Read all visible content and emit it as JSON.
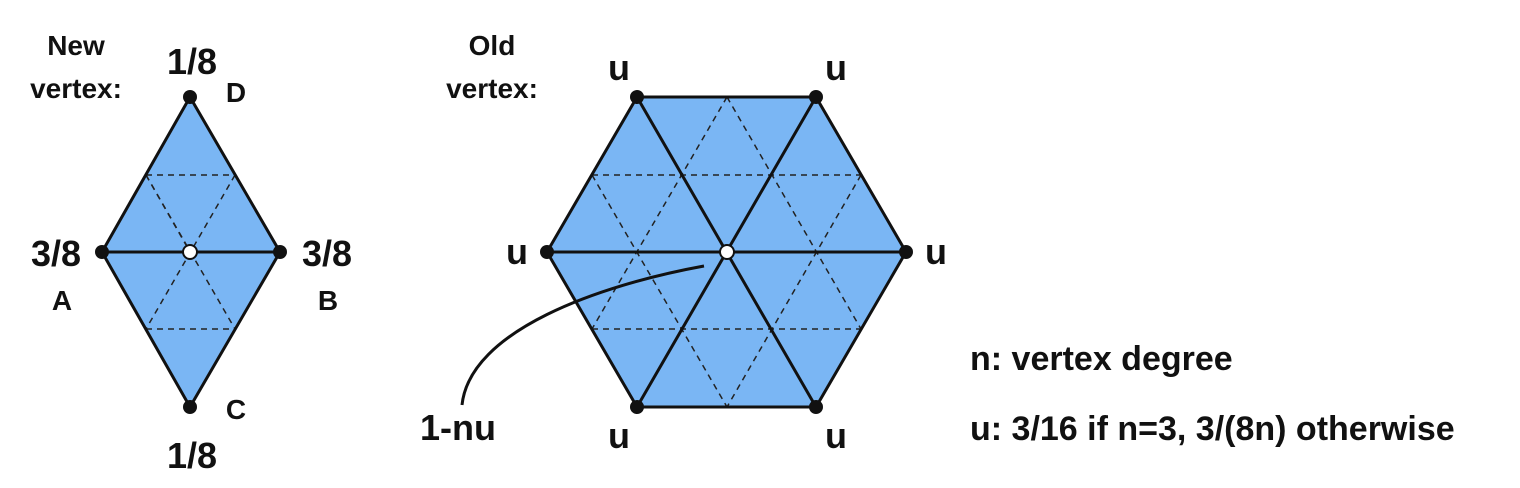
{
  "new_vertex": {
    "caption_line1": "New",
    "caption_line2": "vertex:",
    "weight_top": "1/8",
    "weight_bottom": "1/8",
    "weight_left": "3/8",
    "weight_right": "3/8",
    "label_top": "D",
    "label_bottom": "C",
    "label_left": "A",
    "label_right": "B"
  },
  "old_vertex": {
    "caption_line1": "Old",
    "caption_line2": "vertex:",
    "weight_neighbor": "u",
    "center_weight": "1-nu"
  },
  "legend": {
    "n_definition": "n: vertex degree",
    "u_definition": "u: 3/16 if n=3, 3/(8n) otherwise"
  },
  "colors": {
    "face_fill": "#7ab6f4",
    "edge": "#111111"
  }
}
